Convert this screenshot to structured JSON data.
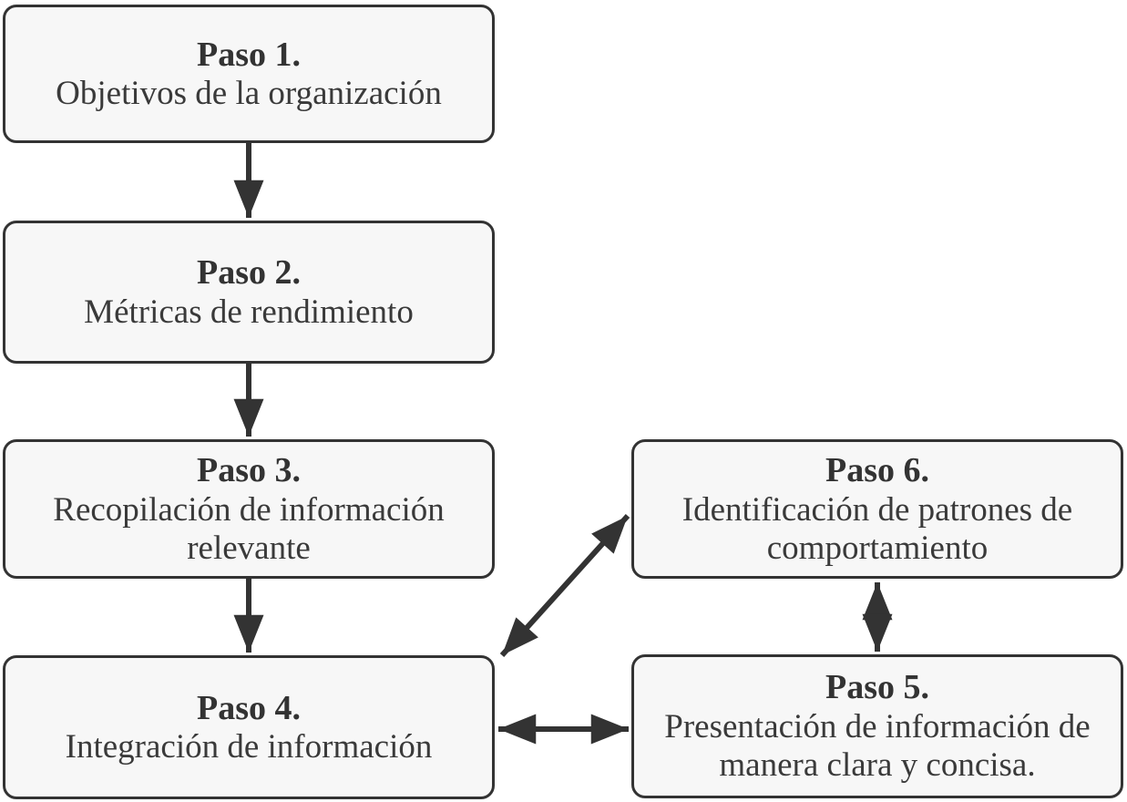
{
  "figure": {
    "type": "flowchart",
    "colors": {
      "background": "#ffffff",
      "box_fill": "#f7f7f7",
      "box_border": "#333333",
      "text": "#3a3a3a",
      "arrow": "#333333"
    },
    "boxes": [
      {
        "title": "Paso 1.",
        "text": "Objetivos de la organización"
      },
      {
        "title": "Paso 2.",
        "text": "Métricas de rendimiento"
      },
      {
        "title": "Paso 3.",
        "text": "Recopilación de información relevante"
      },
      {
        "title": "Paso 4.",
        "text": "Integración de información"
      },
      {
        "title": "Paso 5.",
        "text": "Presentación de información de manera clara y concisa."
      },
      {
        "title": "Paso 6.",
        "text": "Identificación de patrones de comportamiento"
      }
    ],
    "connections": [
      {
        "from": "Paso 1",
        "to": "Paso 2",
        "style": "single-arrow-down"
      },
      {
        "from": "Paso 2",
        "to": "Paso 3",
        "style": "single-arrow-down"
      },
      {
        "from": "Paso 3",
        "to": "Paso 4",
        "style": "single-arrow-down"
      },
      {
        "from": "Paso 4",
        "to": "Paso 5",
        "style": "double-arrow-horizontal"
      },
      {
        "from": "Paso 4",
        "to": "Paso 6",
        "style": "double-arrow-diagonal"
      },
      {
        "from": "Paso 6",
        "to": "Paso 5",
        "style": "double-arrow-vertical"
      }
    ]
  }
}
